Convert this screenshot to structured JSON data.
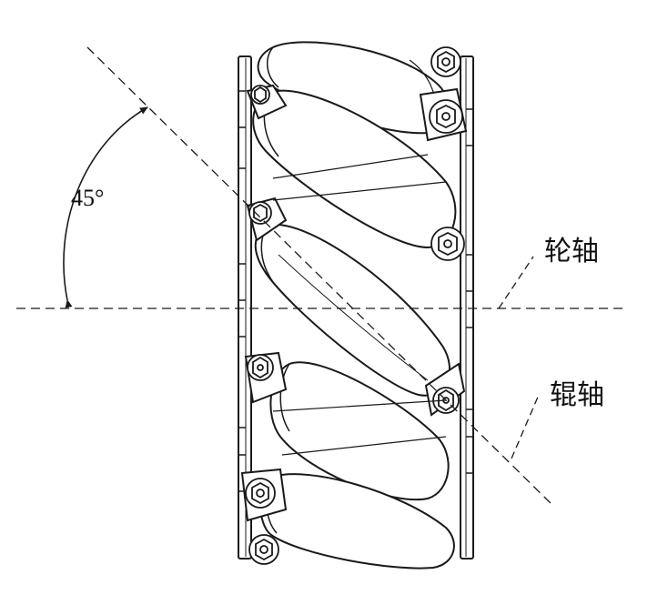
{
  "diagram": {
    "angle_label": "45°",
    "wheel_axis_label": "轮轴",
    "roller_axis_label": "辊轴"
  },
  "colors": {
    "line": "#1a1a1a",
    "fill": "#ffffff",
    "shade": "#f2f2f2"
  }
}
